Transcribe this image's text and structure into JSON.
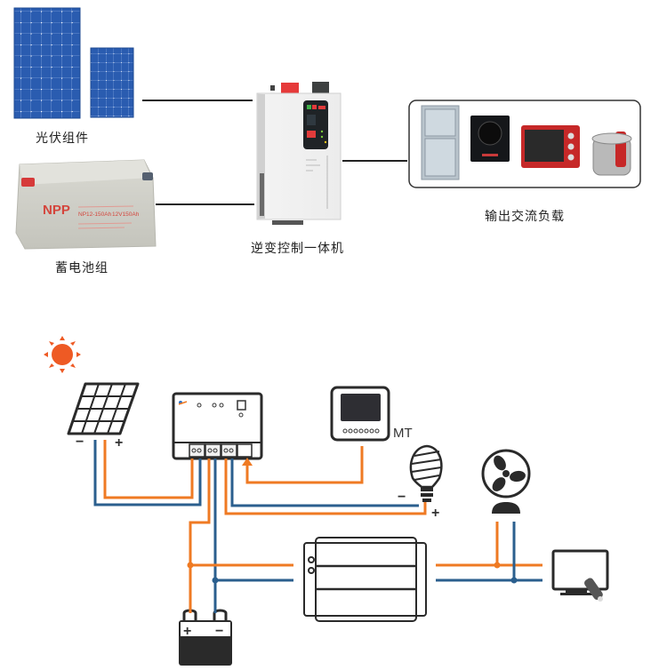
{
  "top_system": {
    "pv_modules": {
      "label": "光伏组件"
    },
    "battery_bank": {
      "label": "蓄电池组",
      "brand": "NPP",
      "model": "NP12-150Ah",
      "rating": "12V150Ah"
    },
    "inverter_controller": {
      "label": "逆变控制一体机"
    },
    "ac_loads": {
      "label": "输出交流负载"
    }
  },
  "wiring_diagram": {
    "panel_minus": "−",
    "panel_plus": "+",
    "meter_label": "MT",
    "bulb_minus": "−",
    "bulb_plus": "+",
    "battery_plus": "+",
    "battery_minus": "−"
  },
  "colors": {
    "positive_wire": "#ef7a23",
    "negative_wire": "#2b5f8e",
    "panel_blue": "#2357a8",
    "sun": "#ee5a24",
    "outline": "#2a2a2a"
  }
}
